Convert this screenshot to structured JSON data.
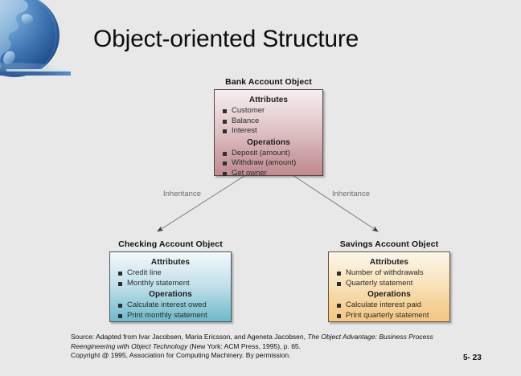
{
  "slide": {
    "title": "Object-oriented Structure",
    "number": "5- 23",
    "background_color": "#e8e8e8"
  },
  "logo": {
    "icon": "globe-icon",
    "accent_color": "#2f5c96"
  },
  "diagram": {
    "type": "class-inheritance",
    "nodes": [
      {
        "id": "bank",
        "caption": "Bank Account Object",
        "fill_top": "#f6eef0",
        "fill_bottom": "#bf8b8f",
        "sections": [
          {
            "heading": "Attributes",
            "items": [
              "Customer",
              "Balance",
              "Interest"
            ]
          },
          {
            "heading": "Operations",
            "items": [
              "Deposit (amount)",
              "Withdraw (amount)",
              "Get owner"
            ]
          }
        ]
      },
      {
        "id": "checking",
        "caption": "Checking Account Object",
        "fill_top": "#f3f8fb",
        "fill_bottom": "#6fb9cb",
        "sections": [
          {
            "heading": "Attributes",
            "items": [
              "Credit line",
              "Monthly statement"
            ]
          },
          {
            "heading": "Operations",
            "items": [
              "Calculate interest owed",
              "Print monthly statement"
            ]
          }
        ]
      },
      {
        "id": "savings",
        "caption": "Savings Account Object",
        "fill_top": "#fdf6ea",
        "fill_bottom": "#f3c684",
        "sections": [
          {
            "heading": "Attributes",
            "items": [
              "Number of withdrawals",
              "Quarterly statement"
            ]
          },
          {
            "heading": "Operations",
            "items": [
              "Calculate interest paid",
              "Print quarterly statement"
            ]
          }
        ]
      }
    ],
    "edges": [
      {
        "id": "bank-to-checking",
        "label": "Inheritance",
        "from": "bank",
        "to": "checking"
      },
      {
        "id": "bank-to-savings",
        "label": "Inheritance",
        "from": "bank",
        "to": "savings"
      }
    ]
  },
  "source": {
    "line1_a": "Source: Adapted from Ivar Jacobsen, Maria Ericsson, and Ageneta Jacobsen, ",
    "line1_italic": "The Object Advantage: Business Process",
    "line2_italic": "Reengineering with Object Technology",
    "line2_b": " (New York: ACM Press, 1995), p. 65.",
    "line3": "Copyright @ 1995, Association for Computing Machinery.  By permission."
  }
}
